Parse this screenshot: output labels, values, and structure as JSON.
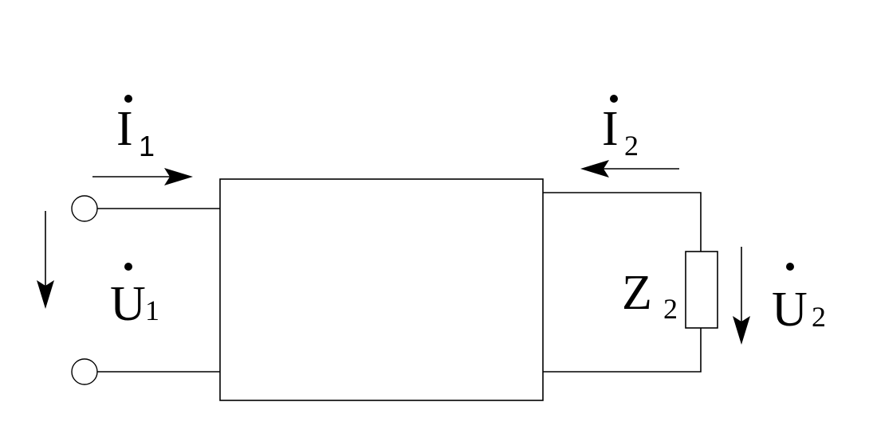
{
  "labels": {
    "i1": {
      "symbol": "I",
      "subscript": "1"
    },
    "i2": {
      "symbol": "I",
      "subscript": "2"
    },
    "u1": {
      "symbol": "U",
      "subscript": "1"
    },
    "u2": {
      "symbol": "U",
      "subscript": "2"
    },
    "z2": {
      "symbol": "Z",
      "subscript": "2"
    }
  }
}
